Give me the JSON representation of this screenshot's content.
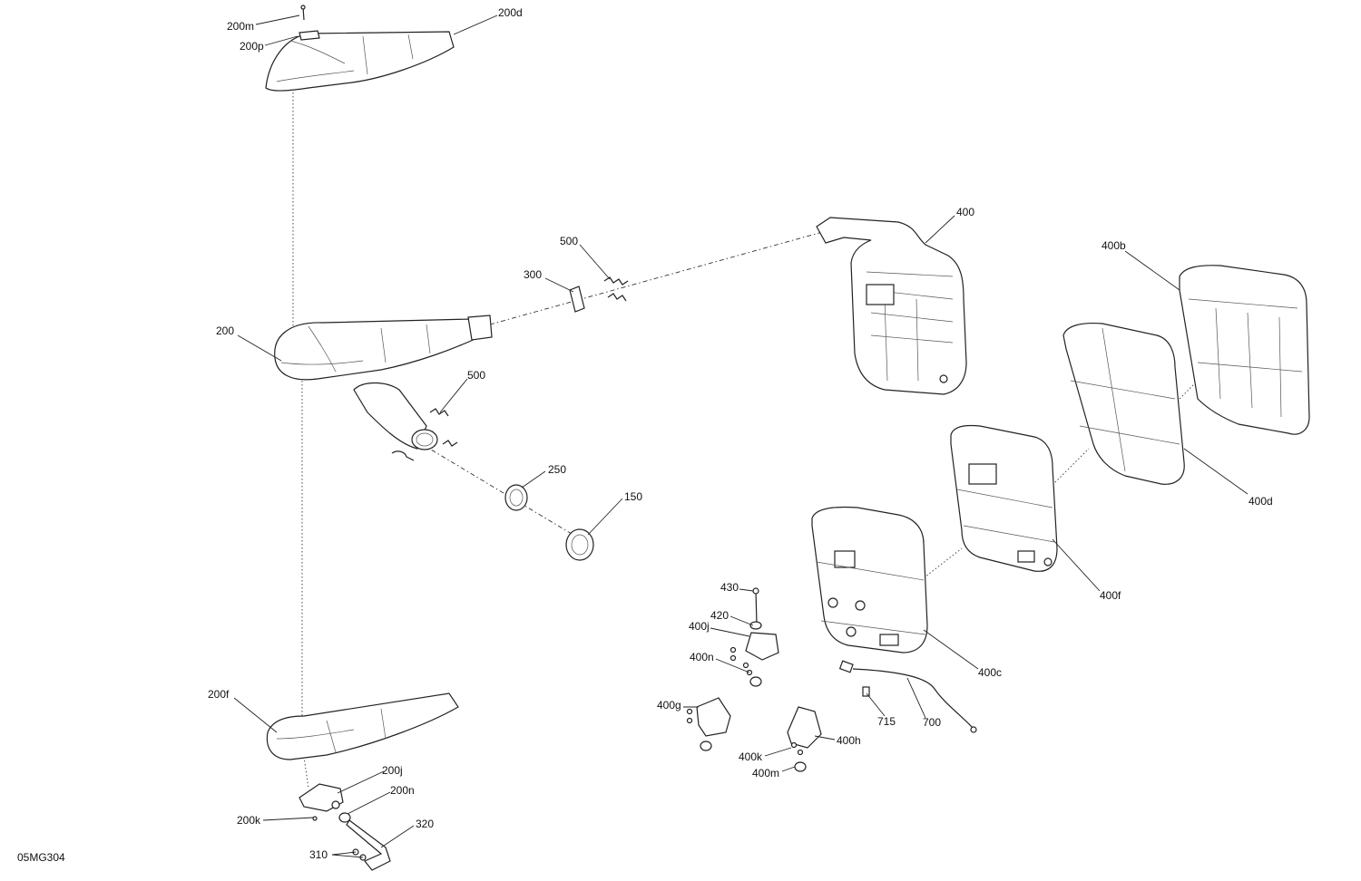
{
  "diagram": {
    "reference_code": "05MG304",
    "callouts": [
      {
        "id": "c-200m",
        "label": "200m"
      },
      {
        "id": "c-200p",
        "label": "200p"
      },
      {
        "id": "c-200d",
        "label": "200d"
      },
      {
        "id": "c-400",
        "label": "400"
      },
      {
        "id": "c-400b",
        "label": "400b"
      },
      {
        "id": "c-500a",
        "label": "500"
      },
      {
        "id": "c-300",
        "label": "300"
      },
      {
        "id": "c-200",
        "label": "200"
      },
      {
        "id": "c-500b",
        "label": "500"
      },
      {
        "id": "c-250",
        "label": "250"
      },
      {
        "id": "c-150",
        "label": "150"
      },
      {
        "id": "c-400d",
        "label": "400d"
      },
      {
        "id": "c-400f",
        "label": "400f"
      },
      {
        "id": "c-430",
        "label": "430"
      },
      {
        "id": "c-420",
        "label": "420"
      },
      {
        "id": "c-400j",
        "label": "400j"
      },
      {
        "id": "c-400n",
        "label": "400n"
      },
      {
        "id": "c-400c",
        "label": "400c"
      },
      {
        "id": "c-200f",
        "label": "200f"
      },
      {
        "id": "c-400g",
        "label": "400g"
      },
      {
        "id": "c-715",
        "label": "715"
      },
      {
        "id": "c-700",
        "label": "700"
      },
      {
        "id": "c-400h",
        "label": "400h"
      },
      {
        "id": "c-400k",
        "label": "400k"
      },
      {
        "id": "c-400m",
        "label": "400m"
      },
      {
        "id": "c-200j",
        "label": "200j"
      },
      {
        "id": "c-200n",
        "label": "200n"
      },
      {
        "id": "c-200k",
        "label": "200k"
      },
      {
        "id": "c-320",
        "label": "320"
      },
      {
        "id": "c-310",
        "label": "310"
      }
    ]
  }
}
